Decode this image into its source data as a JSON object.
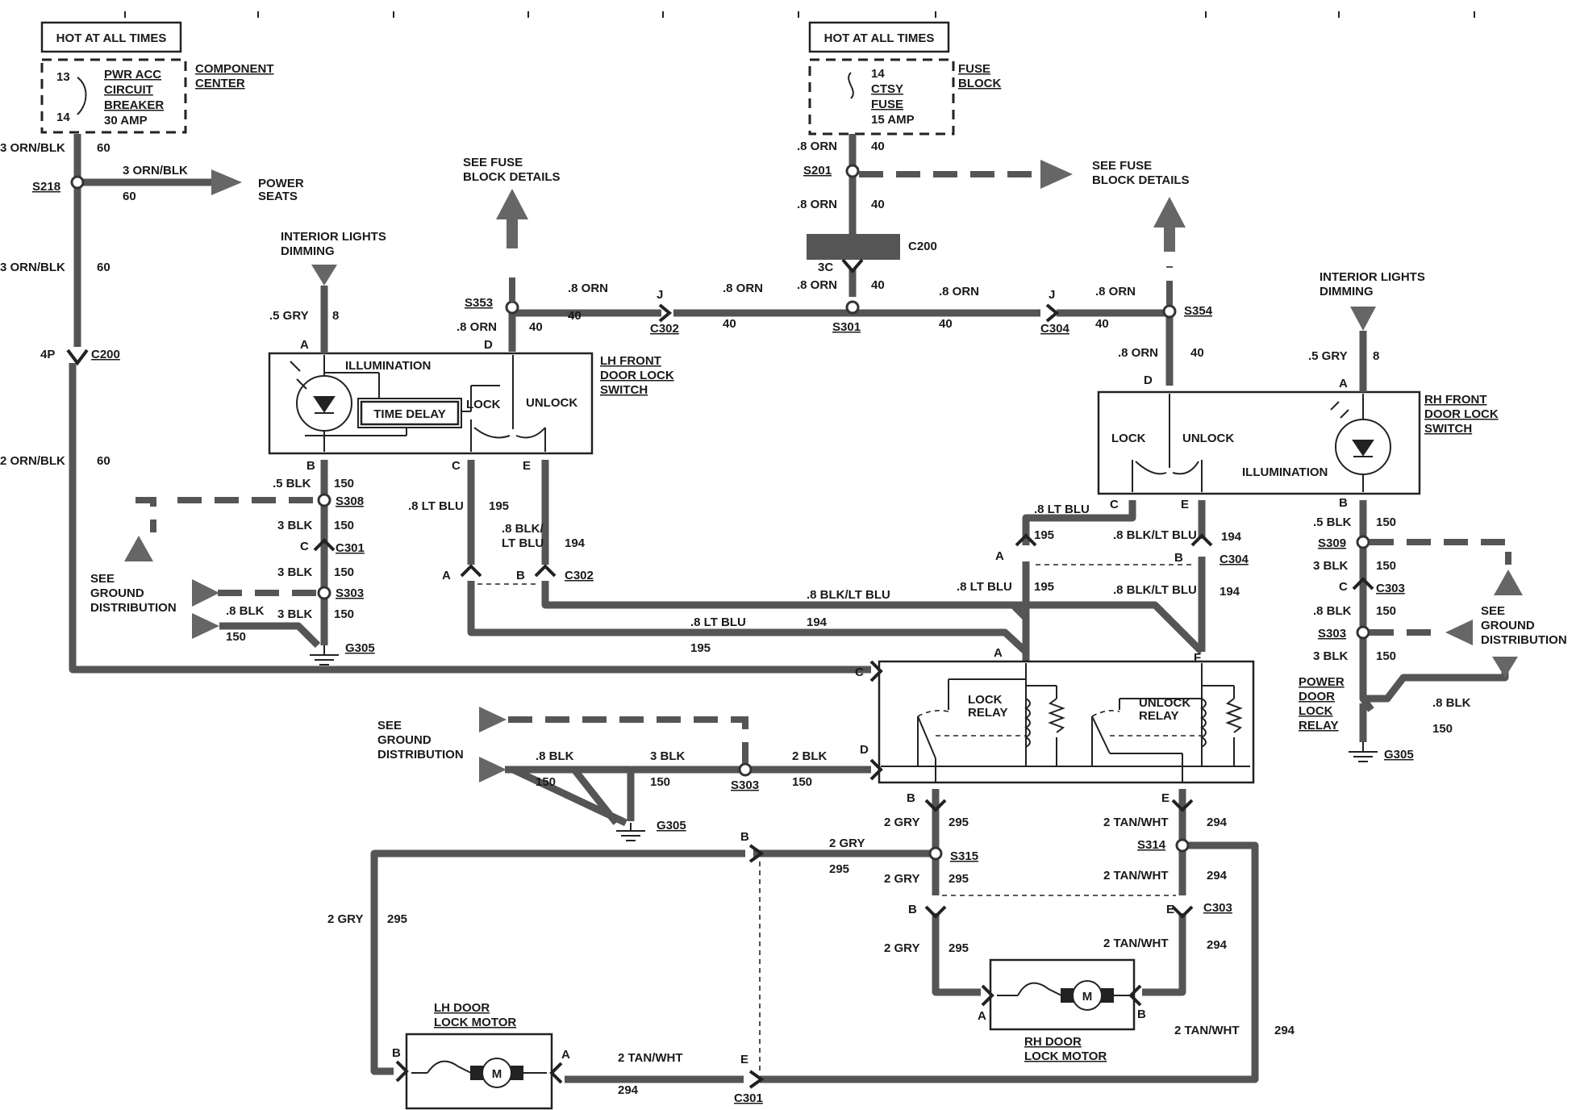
{
  "hot_boxes": {
    "left": "HOT AT ALL TIMES",
    "right": "HOT AT ALL TIMES"
  },
  "component_center": {
    "label_line1": "COMPONENT",
    "label_line2": "CENTER",
    "breaker_line1": "PWR ACC",
    "breaker_line2": "CIRCUIT",
    "breaker_line3": "BREAKER",
    "breaker_line4": "30 AMP",
    "pin_top": "13",
    "pin_bottom": "14"
  },
  "fuse_block": {
    "label_line1": "FUSE",
    "label_line2": "BLOCK",
    "fuse_pin": "14",
    "fuse_line1": "CTSY",
    "fuse_line2": "FUSE",
    "fuse_line3": "15 AMP"
  },
  "refs": {
    "see_fuse_1": "SEE FUSE",
    "see_fuse_2": "BLOCK DETAILS",
    "power_seats_1": "POWER",
    "power_seats_2": "SEATS",
    "interior_1": "INTERIOR LIGHTS",
    "interior_2": "DIMMING",
    "see_ground_1": "SEE",
    "see_ground_2": "GROUND",
    "see_ground_3": "DISTRIBUTION",
    "see_ground_r1": "SEE",
    "see_ground_r2": "GROUND",
    "see_ground_r3": "DISTRIBUTION"
  },
  "switches": {
    "lh_1": "LH FRONT",
    "lh_2": "DOOR LOCK",
    "lh_3": "SWITCH",
    "rh_1": "RH FRONT",
    "rh_2": "DOOR LOCK",
    "rh_3": "SWITCH",
    "illumination": "ILLUMINATION",
    "time_delay": "TIME DELAY",
    "lock": "LOCK",
    "unlock": "UNLOCK"
  },
  "relay": {
    "label_1": "POWER",
    "label_2": "DOOR",
    "label_3": "LOCK",
    "label_4": "RELAY",
    "lock_1": "LOCK",
    "lock_2": "RELAY",
    "unlock_1": "UNLOCK",
    "unlock_2": "RELAY"
  },
  "motors": {
    "lh_1": "LH DOOR",
    "lh_2": "LOCK MOTOR",
    "rh_1": "RH DOOR",
    "rh_2": "LOCK MOTOR",
    "symbol": "M"
  },
  "connectors": {
    "s218": "S218",
    "c200": "C200",
    "c200b": "C200",
    "s201": "S201",
    "s301": "S301",
    "s353": "S353",
    "s354": "S354",
    "c302": "C302",
    "c302b": "C302",
    "c304": "C304",
    "c304b": "C304",
    "s308": "S308",
    "c301": "C301",
    "c301b": "C301",
    "s303": "S303",
    "s303b": "S303",
    "s303c": "S303",
    "g305": "G305",
    "g305b": "G305",
    "g305c": "G305",
    "s309": "S309",
    "c303": "C303",
    "c303b": "C303",
    "s315": "S315",
    "s314": "S314",
    "c4p": "4P",
    "c3c": "3C"
  },
  "wire_labels": {
    "w3ob": "3 ORN/BLK",
    "w2ob": "2 ORN/BLK",
    "w60": "60",
    "w8orn": ".8 ORN",
    "w40": "40",
    "w5gry": ".5 GRY",
    "w8": "8",
    "w5blk": ".5 BLK",
    "w3blk": "3 BLK",
    "w8blk": ".8 BLK",
    "w2blk": "2 BLK",
    "w150": "150",
    "w8ltblu": ".8 LT BLU",
    "w195": "195",
    "w8blkltblu": ".8 BLK/LT BLU",
    "w8blk_a": ".8 BLK/",
    "w8blk_b": "LT BLU",
    "w194": "194",
    "w2gry": "2 GRY",
    "w295": "295",
    "w2tanwht": "2 TAN/WHT",
    "w294": "294"
  },
  "pins": {
    "A": "A",
    "B": "B",
    "C": "C",
    "D": "D",
    "E": "E",
    "F": "F",
    "J": "J"
  }
}
